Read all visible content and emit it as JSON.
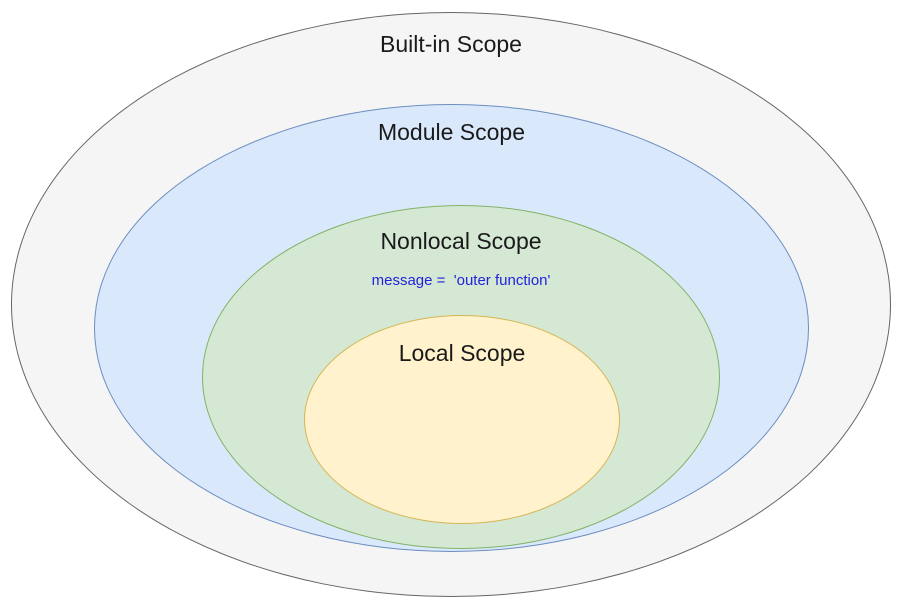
{
  "colors": {
    "builtin_fill": "#f5f5f5",
    "builtin_stroke": "#666666",
    "module_fill": "#dae8fc",
    "module_stroke": "#6c8ebf",
    "nonlocal_fill": "#d5e8d4",
    "nonlocal_stroke": "#82b366",
    "local_fill": "#fff2cc",
    "local_stroke": "#d6b656",
    "code_text": "#2323dc"
  },
  "scopes": {
    "builtin": {
      "label": "Built-in Scope"
    },
    "module": {
      "label": "Module Scope"
    },
    "nonlocal": {
      "label": "Nonlocal Scope",
      "code": "message =  'outer function'"
    },
    "local": {
      "label": "Local Scope"
    }
  }
}
